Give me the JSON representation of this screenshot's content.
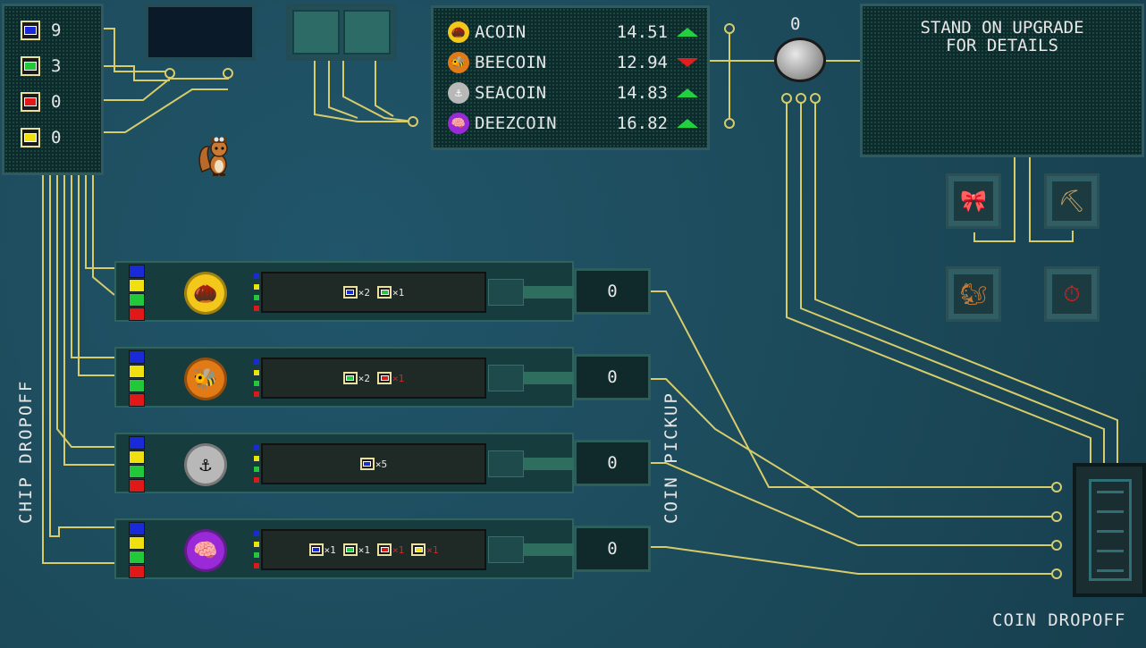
{
  "chip_inventory": [
    {
      "color": "#1a2ad8",
      "count": "9"
    },
    {
      "color": "#22c83a",
      "count": "3"
    },
    {
      "color": "#e01818",
      "count": "0"
    },
    {
      "color": "#f0e010",
      "count": "0"
    }
  ],
  "market": [
    {
      "name": "ACOIN",
      "value": "14.51",
      "trend": "up",
      "color": "#f4c81a",
      "icon": "acorn-icon"
    },
    {
      "name": "BEECOIN",
      "value": "12.94",
      "trend": "down",
      "color": "#e27a16",
      "icon": "bee-icon"
    },
    {
      "name": "SEACOIN",
      "value": "14.83",
      "trend": "up",
      "color": "#b8b8b8",
      "icon": "anchor-icon"
    },
    {
      "name": "DEEZCOIN",
      "value": "16.82",
      "trend": "up",
      "color": "#9a2ad8",
      "icon": "brain-icon"
    }
  ],
  "bank": {
    "count": "0"
  },
  "info_panel": {
    "text": "STAND ON UPGRADE\nFOR DETAILS"
  },
  "upgrades": [
    {
      "name": "gift-bow-icon",
      "glyph": "🎀"
    },
    {
      "name": "pickaxe-icon",
      "glyph": "⛏"
    },
    {
      "name": "squirrel-upgrade-icon",
      "glyph": "🐿"
    },
    {
      "name": "timer-icon",
      "glyph": "⏱"
    }
  ],
  "machines": [
    {
      "coin": "acoin",
      "glyph": "🌰",
      "color": "#f4c81a",
      "output": "0",
      "recipe": [
        {
          "chip": "#1a2ad8",
          "qty": "×2",
          "short": false
        },
        {
          "chip": "#22c83a",
          "qty": "×1",
          "short": false
        }
      ]
    },
    {
      "coin": "beecoin",
      "glyph": "🐝",
      "color": "#e27a16",
      "output": "0",
      "recipe": [
        {
          "chip": "#22c83a",
          "qty": "×2",
          "short": false
        },
        {
          "chip": "#e01818",
          "qty": "×1",
          "short": true
        }
      ]
    },
    {
      "coin": "seacoin",
      "glyph": "⚓",
      "color": "#b8b8b8",
      "output": "0",
      "recipe": [
        {
          "chip": "#1a2ad8",
          "qty": "×5",
          "short": false
        }
      ]
    },
    {
      "coin": "deezcoin",
      "glyph": "🧠",
      "color": "#9a2ad8",
      "output": "0",
      "recipe": [
        {
          "chip": "#1a2ad8",
          "qty": "×1",
          "short": false
        },
        {
          "chip": "#22c83a",
          "qty": "×1",
          "short": false
        },
        {
          "chip": "#e01818",
          "qty": "×1",
          "short": true
        },
        {
          "chip": "#f0e010",
          "qty": "×1",
          "short": true
        }
      ]
    }
  ],
  "machine_chip_slots": [
    "#1a2ad8",
    "#f0e010",
    "#22c83a",
    "#e01818"
  ],
  "labels": {
    "chip_dropoff": "CHIP DROPOFF",
    "coin_pickup": "COIN PICKUP",
    "coin_dropoff": "COIN DROPOFF"
  }
}
